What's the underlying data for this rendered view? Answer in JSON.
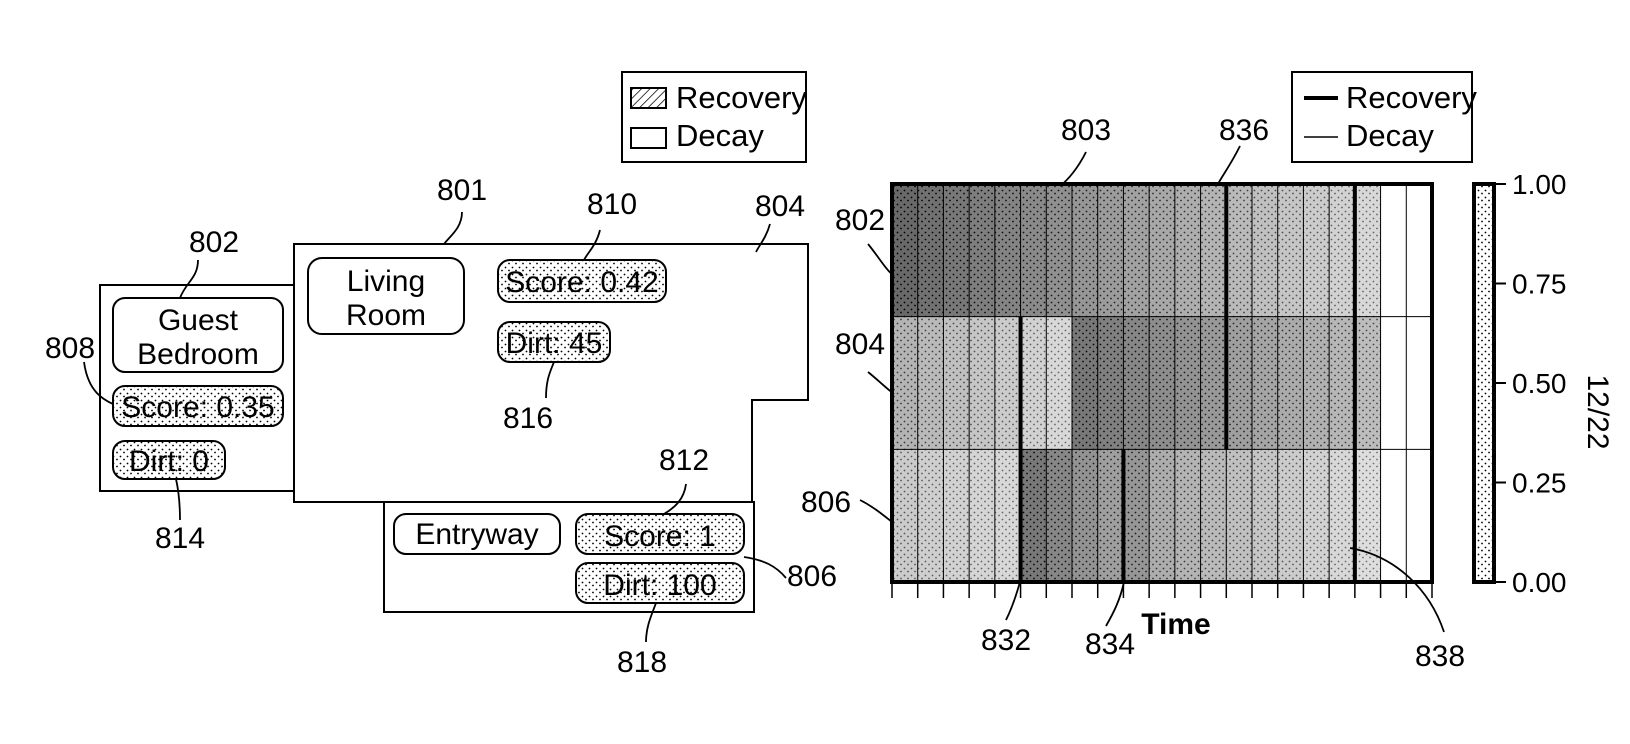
{
  "map": {
    "legend": {
      "recovery": "Recovery",
      "decay": "Decay"
    },
    "rooms": {
      "guest_bedroom": {
        "name_line1": "Guest",
        "name_line2": "Bedroom",
        "score": "Score: 0.35",
        "dirt": "Dirt: 0"
      },
      "living_room": {
        "name_line1": "Living",
        "name_line2": "Room",
        "score": "Score: 0.42",
        "dirt": "Dirt: 45"
      },
      "entryway": {
        "name": "Entryway",
        "score": "Score: 1",
        "dirt": "Dirt: 100"
      }
    }
  },
  "refs": {
    "r801": "801",
    "r802": "802",
    "r803": "803",
    "r804": "804",
    "r806": "806",
    "r808": "808",
    "r810": "810",
    "r812": "812",
    "r814": "814",
    "r816": "816",
    "r818": "818",
    "r832": "832",
    "r834": "834",
    "r836": "836",
    "r838": "838"
  },
  "chart_data": {
    "type": "heatmap",
    "xlabel": "Time",
    "legend": [
      "Recovery",
      "Decay"
    ],
    "colorbar": {
      "ticks": [
        "1.00",
        "0.75",
        "0.50",
        "0.25",
        "0.00"
      ],
      "range": [
        0,
        1
      ]
    },
    "time_steps": 21,
    "rows": [
      {
        "room_ref": "802",
        "values": [
          1.0,
          0.95,
          0.9,
          0.86,
          0.82,
          0.78,
          0.74,
          0.7,
          0.66,
          0.62,
          0.58,
          0.54,
          0.5,
          0.46,
          0.42,
          0.38,
          0.34,
          0.3,
          0.26,
          0.0,
          0.0
        ]
      },
      {
        "room_ref": "804",
        "values": [
          0.5,
          0.46,
          0.42,
          0.38,
          0.34,
          0.3,
          0.26,
          0.9,
          0.85,
          0.8,
          0.76,
          0.72,
          0.68,
          0.64,
          0.6,
          0.56,
          0.52,
          0.48,
          0.44,
          0.0,
          0.0
        ]
      },
      {
        "room_ref": "806",
        "values": [
          0.35,
          0.32,
          0.3,
          0.28,
          0.26,
          0.9,
          0.8,
          0.72,
          0.64,
          0.7,
          0.55,
          0.5,
          0.46,
          0.42,
          0.38,
          0.34,
          0.3,
          0.26,
          0.22,
          0.0,
          0.0
        ]
      }
    ],
    "recovery_events": [
      "832",
      "834",
      "836",
      "838"
    ],
    "date_label": "12/22"
  },
  "chart_text": {
    "date": "12/22"
  }
}
